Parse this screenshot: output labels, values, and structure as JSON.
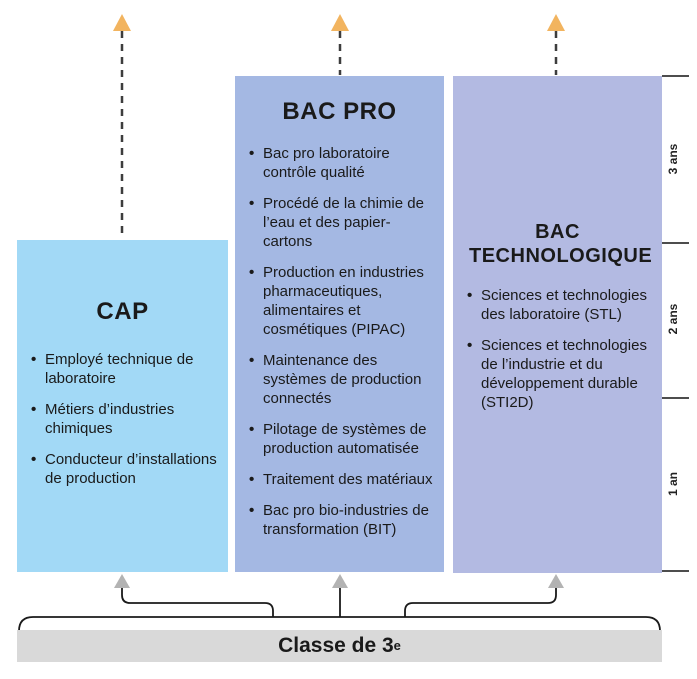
{
  "boxes": {
    "cap": {
      "title": "CAP",
      "items": [
        "Employé technique de laboratoire",
        "Métiers d’industries chimiques",
        "Conducteur d’installations de production"
      ]
    },
    "bac_pro": {
      "title": "BAC PRO",
      "items": [
        "Bac pro laboratoire contrôle qualité",
        "Procédé de la chimie de l’eau et des papier-cartons",
        "Production en industries pharmaceutiques, alimentaires et cosmétiques (PIPAC)",
        "Maintenance des systèmes de production connectés",
        "Pilotage de systèmes de production automatisée",
        "Traitement des matériaux",
        "Bac pro bio-industries de transformation (BIT)"
      ]
    },
    "bac_techno": {
      "title": "BAC TECHNOLOGIQUE",
      "items": [
        "Sciences et technologies des laboratoire (STL)",
        "Sciences et technologies de l’industrie et du développement durable (STI2D)"
      ]
    }
  },
  "timeline": {
    "labels": [
      "3 ans",
      "2 ans",
      "1 an"
    ]
  },
  "base": {
    "label": "Classe de 3",
    "superscript": "e"
  },
  "colors": {
    "cap_fill": "#a2d9f6",
    "bacpro_fill": "#a4b8e3",
    "bactechno_fill": "#b3bae2",
    "base_fill": "#d9d9d9",
    "arrow_orange": "#f2b45f",
    "arrow_gray": "#b3b3b3",
    "line_dark": "#3d3d3d",
    "text_dark": "#1a1a1a"
  }
}
